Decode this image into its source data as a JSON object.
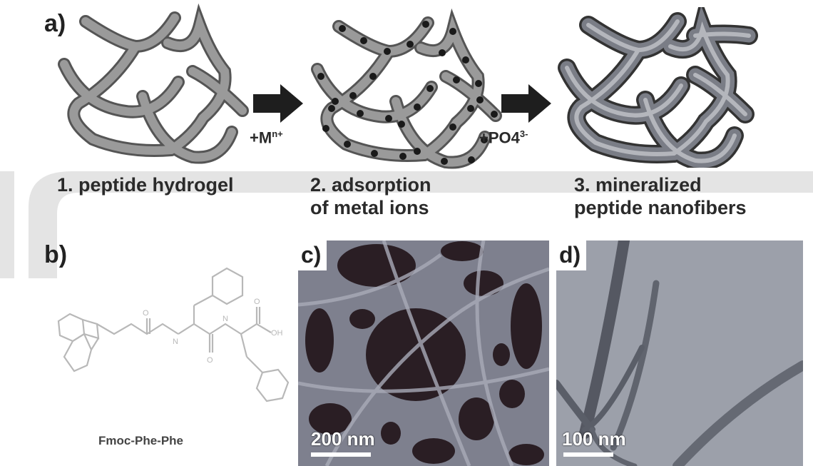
{
  "panel_a": {
    "label": "a)",
    "steps": [
      {
        "line1": "1. peptide hydrogel",
        "line2": ""
      },
      {
        "line1": "2. adsorption",
        "line2": "of metal ions"
      },
      {
        "line1": "3. mineralized",
        "line2": "peptide nanofibers"
      }
    ],
    "reagent1_base": "+M",
    "reagent1_sup": "n+",
    "reagent2_base": "+PO4",
    "reagent2_sup": "3-"
  },
  "panel_b": {
    "label": "b)",
    "molecule_name": "Fmoc-Phe-Phe"
  },
  "panel_c": {
    "label": "c)",
    "scale_text": "200 nm"
  },
  "panel_d": {
    "label": "d)",
    "scale_text": "100 nm"
  },
  "colors": {
    "fiber": "#8c8c8c",
    "ion_dot": "#1a1a1a",
    "arrow": "#1e1e1e",
    "sem_background": "#4a3e48",
    "tem_background": "#9a9ea8"
  }
}
